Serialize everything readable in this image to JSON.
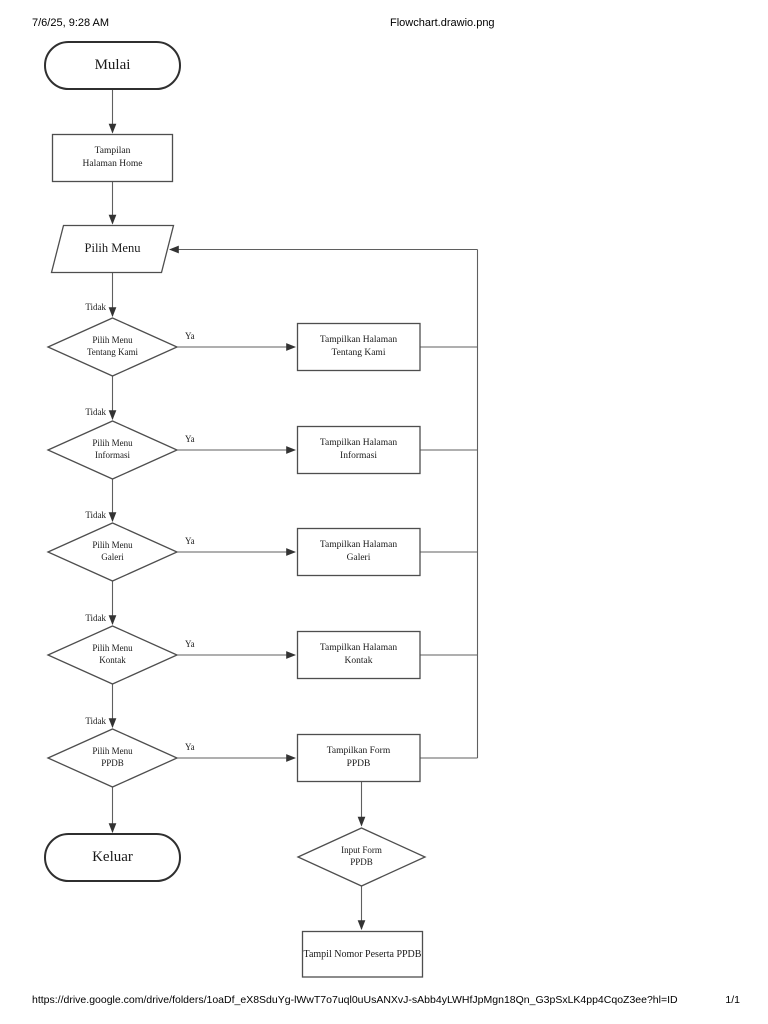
{
  "header": {
    "datetime": "7/6/25, 9:28 AM",
    "document_title": "Flowchart.drawio.png"
  },
  "footer": {
    "url": "https://drive.google.com/drive/folders/1oaDf_eX8SduYg-lWwT7o7uql0uUsANXvJ-sAbb4yLWHfJpMgn18Qn_G3pSxLK4pp4CqoZ3ee?hl=ID",
    "page_number": "1/1"
  },
  "flowchart": {
    "labels": {
      "yes": "Ya",
      "no": "Tidak"
    },
    "start": {
      "label": "Mulai"
    },
    "home": {
      "label": "Tampilan\nHalaman Home"
    },
    "menu": {
      "label": "Pilih Menu"
    },
    "branches": [
      {
        "decision": "Pilih Menu\nTentang Kami",
        "action": "Tampilkan Halaman\nTentang Kami"
      },
      {
        "decision": "Pilih Menu\nInformasi",
        "action": "Tampilkan Halaman\nInformasi"
      },
      {
        "decision": "Pilih Menu\nGaleri",
        "action": "Tampilkan Halaman\nGaleri"
      },
      {
        "decision": "Pilih Menu\nKontak",
        "action": "Tampilkan Halaman\nKontak"
      },
      {
        "decision": "Pilih Menu\nPPDB",
        "action": "Tampilkan Form\nPPDB"
      }
    ],
    "end": {
      "label": "Keluar"
    },
    "input_form": {
      "label": "Input Form\nPPDB"
    },
    "final": {
      "label": "Tampil Nomor Peserta PPDB"
    }
  }
}
